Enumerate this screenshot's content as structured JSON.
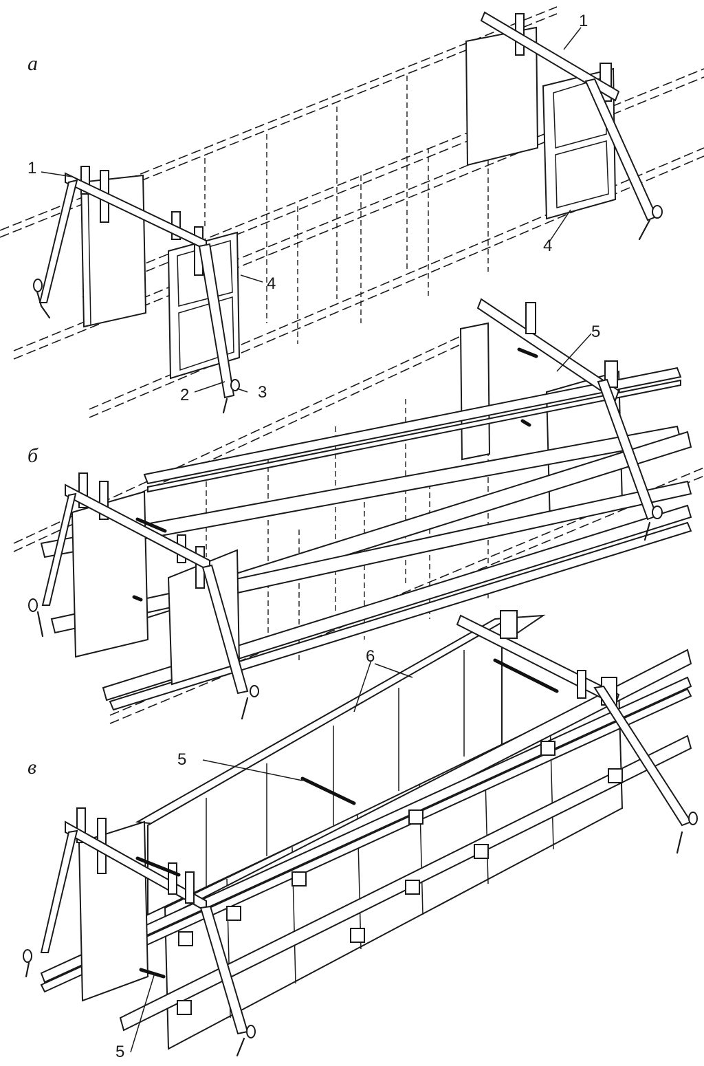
{
  "sections": {
    "a": "а",
    "b": "б",
    "v": "в"
  },
  "labels": {
    "l1": "1",
    "l2": "2",
    "l3": "3",
    "l4": "4",
    "l5": "5",
    "l6": "6"
  }
}
